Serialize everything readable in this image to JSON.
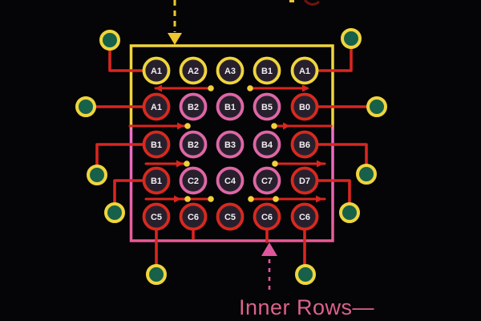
{
  "colors": {
    "background": "#050406",
    "ring_yellow": "#efd53d",
    "ring_pink": "#df66a6",
    "ring_red": "#d8291f",
    "ball_fill": "#27202c",
    "ball_text": "#f2edf2",
    "trace_red": "#d8261f",
    "pad_green": "#17604a",
    "via_yellow": "#f2d03a",
    "arrow_yellow": "#eec730",
    "arrow_pink": "#e0569d",
    "inner_label_pink": "#d9638b",
    "border_top_yellow": "#f1d43c",
    "border_mid_magenta": "#ee6fce",
    "border_bottom_pink": "#e85a96",
    "cutoff_mark_red": "#70120c"
  },
  "annotations": {
    "inner_rows_label": "Inner Rows—"
  },
  "grid": {
    "rows": [
      {
        "cells": [
          {
            "label": "A1",
            "ring": "yellow"
          },
          {
            "label": "A2",
            "ring": "yellow"
          },
          {
            "label": "A3",
            "ring": "yellow"
          },
          {
            "label": "B1",
            "ring": "yellow"
          },
          {
            "label": "A1",
            "ring": "yellow"
          }
        ]
      },
      {
        "cells": [
          {
            "label": "A1",
            "ring": "red"
          },
          {
            "label": "B2",
            "ring": "pink"
          },
          {
            "label": "B1",
            "ring": "pink"
          },
          {
            "label": "B5",
            "ring": "pink"
          },
          {
            "label": "B0",
            "ring": "red"
          }
        ]
      },
      {
        "cells": [
          {
            "label": "B1",
            "ring": "red"
          },
          {
            "label": "B2",
            "ring": "pink"
          },
          {
            "label": "B3",
            "ring": "pink"
          },
          {
            "label": "B4",
            "ring": "pink"
          },
          {
            "label": "B6",
            "ring": "red"
          }
        ]
      },
      {
        "cells": [
          {
            "label": "B1",
            "ring": "red"
          },
          {
            "label": "C2",
            "ring": "pink"
          },
          {
            "label": "C4",
            "ring": "pink"
          },
          {
            "label": "C7",
            "ring": "pink"
          },
          {
            "label": "D7",
            "ring": "red"
          }
        ]
      },
      {
        "cells": [
          {
            "label": "C5",
            "ring": "red"
          },
          {
            "label": "C6",
            "ring": "red"
          },
          {
            "label": "C5",
            "ring": "red"
          },
          {
            "label": "C6",
            "ring": "red"
          },
          {
            "label": "C6",
            "ring": "red"
          }
        ]
      }
    ]
  }
}
